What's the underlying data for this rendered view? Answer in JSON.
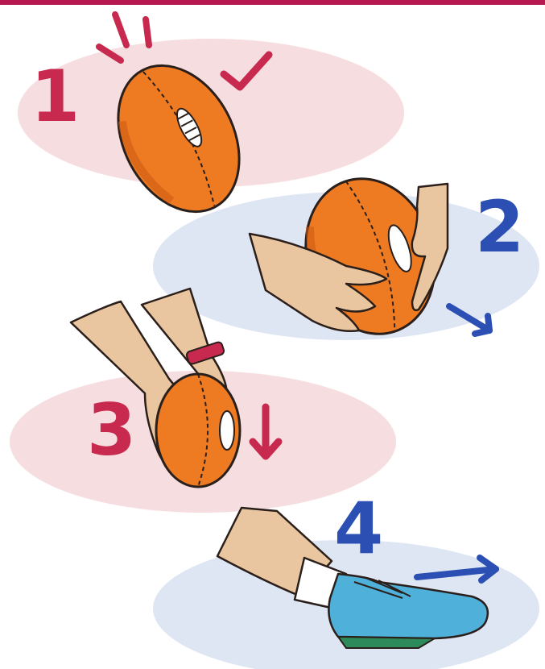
{
  "steps": [
    {
      "number": "1"
    },
    {
      "number": "2"
    },
    {
      "number": "3"
    },
    {
      "number": "4"
    }
  ],
  "colors": {
    "top_bar": "#b5174f",
    "step_odd_number": "#c8294e",
    "step_even_number": "#2b4fb3",
    "pink_blob": "#f6dde0",
    "blue_blob": "#dfe6f3",
    "ball": "#ee7b22",
    "ball_shade": "#cf5a14",
    "skin": "#e9c6a0",
    "boot": "#4fb0da",
    "wristband": "#c8294e",
    "outline": "#2a1f1a"
  },
  "icons": [
    "tick-icon",
    "motion-lines-icon",
    "arrow-down-right-icon",
    "arrow-down-icon",
    "arrow-right-icon",
    "football-icon",
    "hand-icon",
    "boot-icon"
  ]
}
